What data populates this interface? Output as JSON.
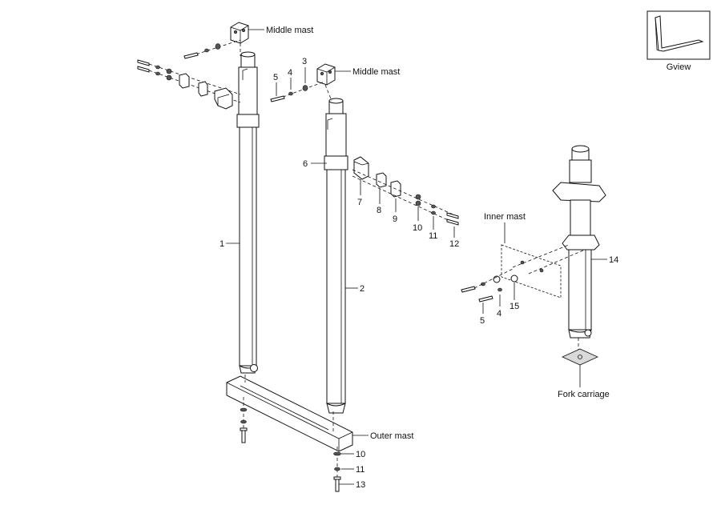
{
  "gview": {
    "label": "Gview"
  },
  "callouts": {
    "middle_mast_top": "Middle mast",
    "middle_mast_right": "Middle mast",
    "inner_mast": "Inner mast",
    "outer_mast": "Outer mast",
    "fork_carriage": "Fork carriage",
    "n1": "1",
    "n2": "2",
    "n3": "3",
    "n4a": "4",
    "n5a": "5",
    "n6": "6",
    "n7": "7",
    "n8": "8",
    "n9": "9",
    "n10a": "10",
    "n11a": "11",
    "n12": "12",
    "n14": "14",
    "n5b": "5",
    "n4b": "4",
    "n15": "15",
    "n10b": "10",
    "n11b": "11",
    "n13": "13"
  }
}
